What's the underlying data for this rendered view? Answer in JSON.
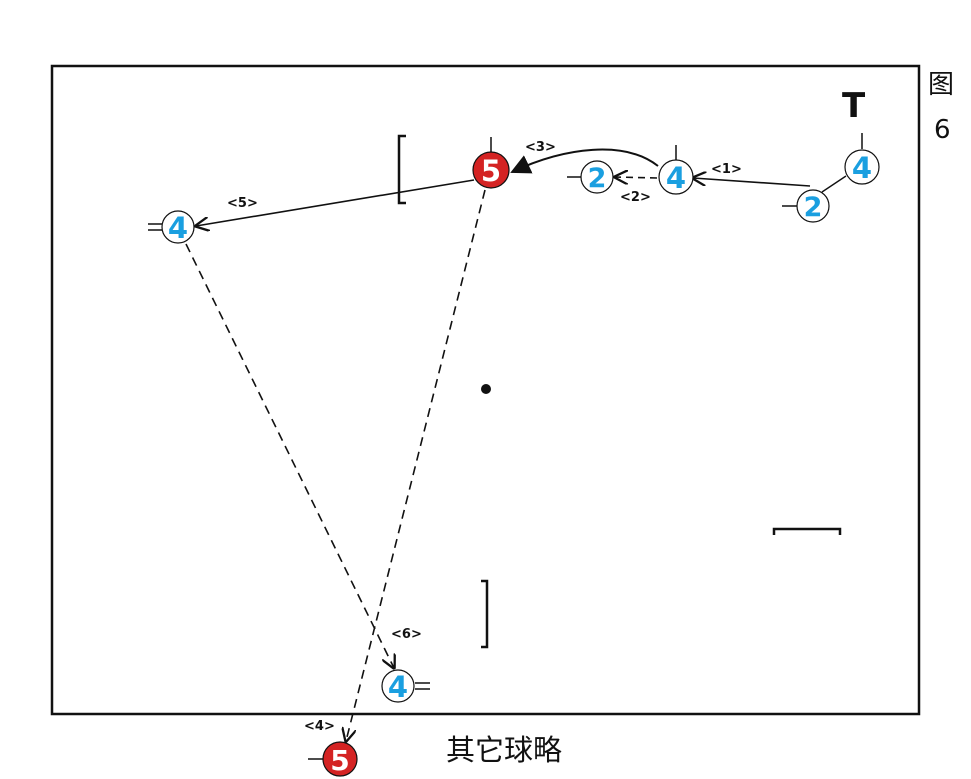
{
  "figure_label_line1": "图",
  "figure_label_line2": "6",
  "top_right_mark": "T",
  "caption": "其它球略",
  "colors": {
    "court_border": "#111111",
    "blue_player": "#1a9fe0",
    "red_player": "#d42323",
    "line": "#111111"
  },
  "players": {
    "p4_start": "4",
    "p2_start": "2",
    "p4_mid": "4",
    "p2_mid": "2",
    "p5_top": "5",
    "p4_left": "4",
    "p4_bottom": "4",
    "p5_bottom": "5"
  },
  "steps": {
    "s1": "<1>",
    "s2": "<2>",
    "s3": "<3>",
    "s4": "<4>",
    "s5": "<5>",
    "s6": "<6>"
  }
}
